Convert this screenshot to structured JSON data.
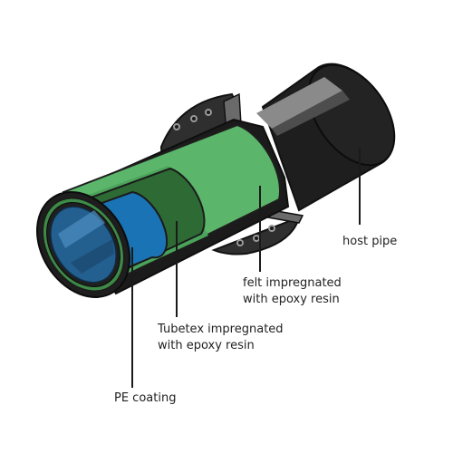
{
  "labels": {
    "host_pipe": "host pipe",
    "felt": [
      "felt impregnated",
      "with epoxy resin"
    ],
    "tubetex": [
      "Tubetex impregnated",
      "with epoxy resin"
    ],
    "pe": "PE coating"
  },
  "colors": {
    "host_pipe": "#1b1b1b",
    "host_pipe_highlight": "#8f8f8f",
    "felt_layer": "#5bb56a",
    "tubetex_layer": "#2e6b34",
    "pe_coating": "#1a73b5",
    "flange": "#2d2d2d",
    "bolt": "#9a9a9a",
    "leader_line": "#1a1a1a"
  }
}
